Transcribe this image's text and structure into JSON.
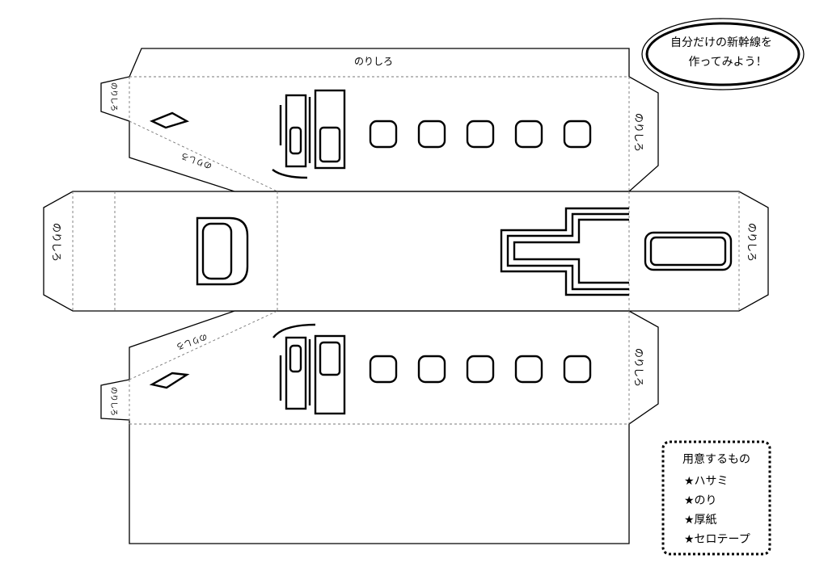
{
  "title_bubble": {
    "line1": "自分だけの新幹線を",
    "line2": "作ってみよう！"
  },
  "glue_tab_label": "のりしろ",
  "supplies": {
    "heading": "用意するもの",
    "items": [
      "★ハサミ",
      "★のり",
      "★厚紙",
      "★セロテープ"
    ]
  }
}
